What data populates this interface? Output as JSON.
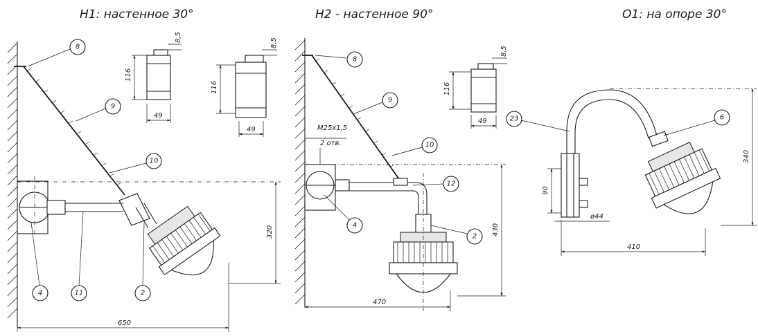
{
  "titles": {
    "h1": "H1: настенное 30°",
    "h2": "H2 - настенное 90°",
    "o1": "O1: на опоре 30°"
  },
  "callouts": {
    "h1_wire_tie": "8",
    "h1_chain": "9",
    "h1_clamp": "10",
    "h1_box": "4",
    "h1_tube": "11",
    "h1_lamp_mount": "2",
    "h2_wire_tie": "8",
    "h2_chain": "9",
    "h2_clamp": "10",
    "h2_elbow": "12",
    "h2_box": "4",
    "h2_lamp_mount": "2",
    "o1_pipe": "23",
    "o1_adapter": "6"
  },
  "dimensions": {
    "h1_box1_width": "49",
    "h1_box1_height": "116",
    "h1_box1_top": "8,5",
    "h1_box2_width": "49",
    "h1_box2_height": "116",
    "h1_box2_top": "8,5",
    "h1_height": "320",
    "h1_length": "650",
    "h2_box_width": "49",
    "h2_box_height": "116",
    "h2_box_top": "8,5",
    "h2_thread": "M25x1,5",
    "h2_holes": "2 отв.",
    "h2_height": "430",
    "h2_length": "470",
    "o1_height": "340",
    "o1_length": "410",
    "o1_bracket_height": "90",
    "o1_pipe_dia": "ø44"
  }
}
